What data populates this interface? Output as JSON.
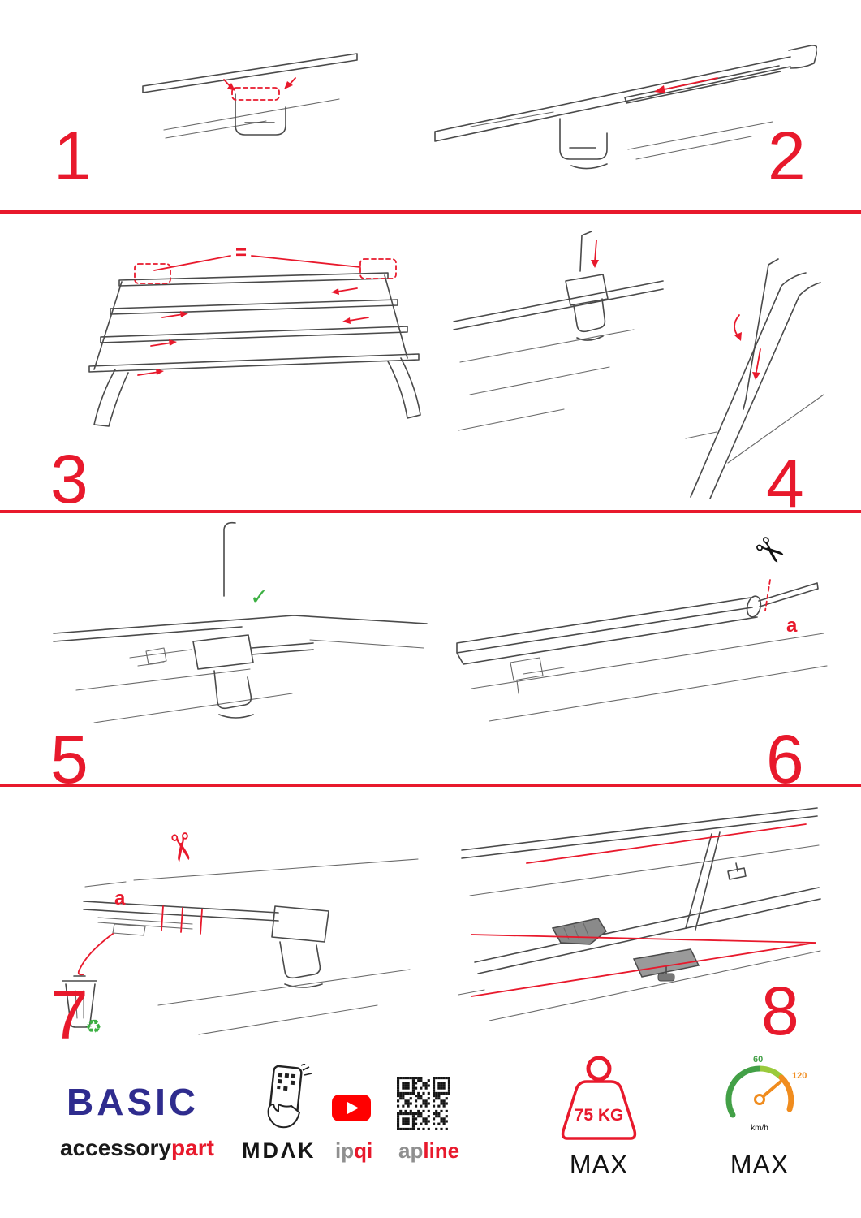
{
  "page": {
    "background": "#ffffff",
    "accent_red": "#e8192c",
    "sketch_gray": "#4a4a4a",
    "green": "#3cb043"
  },
  "steps": [
    {
      "number": "1"
    },
    {
      "number": "2"
    },
    {
      "number": "3"
    },
    {
      "number": "4"
    },
    {
      "number": "5"
    },
    {
      "number": "6"
    },
    {
      "number": "7"
    },
    {
      "number": "8"
    }
  ],
  "annotations": {
    "equals_symbol": "=",
    "checkmark": "✓",
    "scissors": "✂",
    "recycle_symbol": "♻",
    "cut_label": "a"
  },
  "footer": {
    "basic": "BASIC",
    "accessory": "accessory",
    "part": "part",
    "mdak": "MDΛK",
    "ipqi_ip": "ip",
    "ipqi_qi": "qi",
    "apline_ap": "ap",
    "apline_line": "line",
    "weight_value": "75 KG",
    "weight_max": "MAX",
    "speed_60": "60",
    "speed_120": "120",
    "speed_unit": "km/h",
    "speed_max": "MAX"
  }
}
